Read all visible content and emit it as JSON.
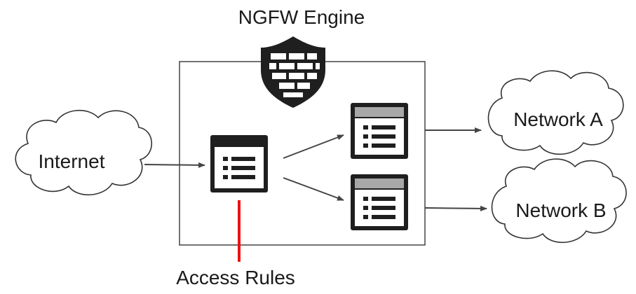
{
  "engine": {
    "title": "NGFW Engine",
    "shield_icon": "firewall-shield-icon"
  },
  "nodes": {
    "internet": "Internet",
    "network_a": "Network A",
    "network_b": "Network B"
  },
  "policies": {
    "main_icon": "policy-list-icon",
    "sub_a_icon": "policy-list-icon",
    "sub_b_icon": "policy-list-icon"
  },
  "annotation": {
    "label": "Access Rules",
    "color": "#ee1111"
  },
  "colors": {
    "stroke": "#444444",
    "policy_dark": "#1f1f1f",
    "policy_light": "#a8a8a8"
  }
}
